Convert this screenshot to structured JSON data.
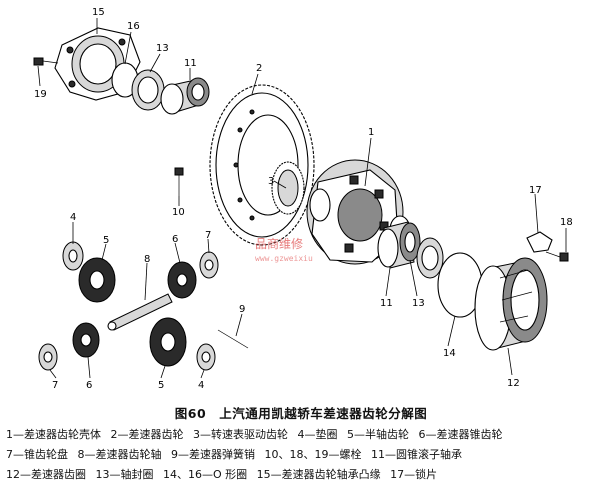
{
  "watermark": {
    "text": "品商维修",
    "url": "www.gzweixiu"
  },
  "labels": {
    "p1": "1",
    "p2": "2",
    "p3": "3",
    "p4a": "4",
    "p4b": "4",
    "p5a": "5",
    "p5b": "5",
    "p6a": "6",
    "p6b": "6",
    "p7a": "7",
    "p7b": "7",
    "p8": "8",
    "p9": "9",
    "p10": "10",
    "p11a": "11",
    "p11b": "11",
    "p12": "12",
    "p13": "13",
    "p14": "14",
    "p15": "15",
    "p16": "16",
    "p17": "17",
    "p18": "18",
    "p19": "19"
  },
  "caption": "图60　上汽通用凯越轿车差速器齿轮分解图",
  "legend": [
    [
      "1—差速器齿轮壳体",
      "2—差速器齿轮",
      "3—转速表驱动齿轮",
      "4—垫圈",
      "5—半轴齿轮",
      "6—差速器锥齿轮"
    ],
    [
      "7—锥齿轮盘",
      "8—差速器齿轮轴",
      "9—差速器弹簧销",
      "10、18、19—螺栓",
      "11—圆锥滚子轴承"
    ],
    [
      "12—差速器齿圈",
      "13—轴封圈",
      "14、16—O 形圈",
      "15—差速器齿轮轴承凸缘",
      "17—锁片"
    ]
  ]
}
